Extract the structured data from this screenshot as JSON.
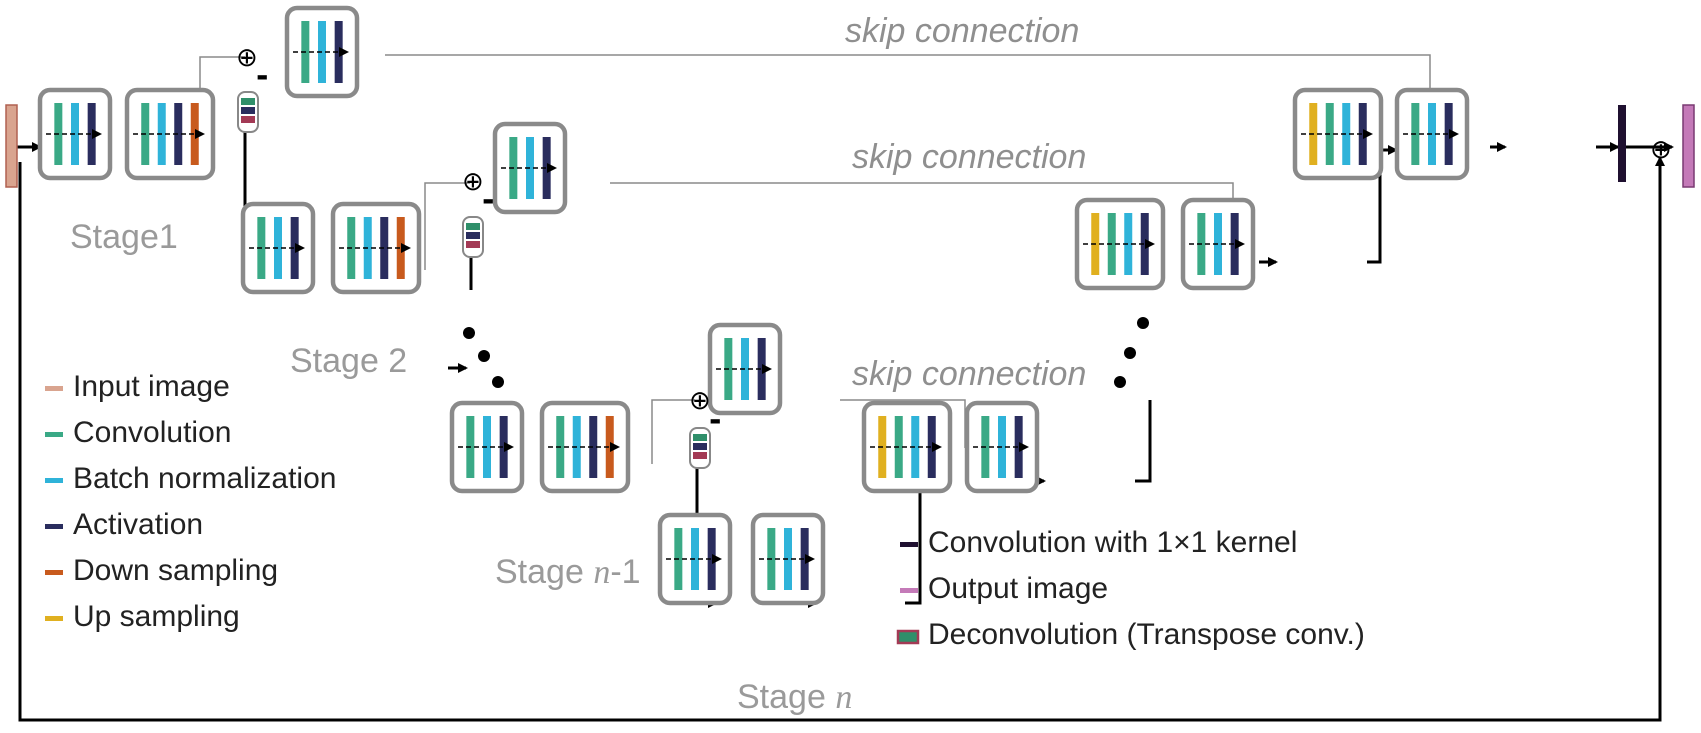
{
  "colors": {
    "input": "#d9a48f",
    "conv": "#3aa986",
    "bn": "#2fb3d9",
    "act": "#2a2d5e",
    "down": "#c85a1d",
    "up": "#e0b020",
    "conv1x1": "#1f1030",
    "output": "#c47ab8",
    "deconv": "#2f8f6a",
    "block_border": "#8a8a8a",
    "skip_line": "#8a8a8a",
    "flow_line": "#000000"
  },
  "stages": {
    "s1": "Stage1",
    "s2": "Stage 2",
    "sn1_prefix": "Stage ",
    "sn1_var": "n",
    "sn1_suffix": "-1",
    "sn_prefix": "Stage ",
    "sn_var": "n"
  },
  "skip_labels": [
    "skip connection",
    "skip connection",
    "skip connection"
  ],
  "operators": {
    "plus": "⊕",
    "minus": "-"
  },
  "legend_left": [
    {
      "key": "input",
      "label": "Input image"
    },
    {
      "key": "conv",
      "label": "Convolution"
    },
    {
      "key": "bn",
      "label": "Batch normalization"
    },
    {
      "key": "act",
      "label": "Activation"
    },
    {
      "key": "down",
      "label": "Down sampling"
    },
    {
      "key": "up",
      "label": "Up sampling"
    }
  ],
  "legend_right": [
    {
      "key": "conv1x1",
      "label": "Convolution with 1×1 kernel"
    },
    {
      "key": "output",
      "label": "Output image"
    },
    {
      "key": "deconv",
      "label": "Deconvolution (Transpose conv.)"
    }
  ]
}
